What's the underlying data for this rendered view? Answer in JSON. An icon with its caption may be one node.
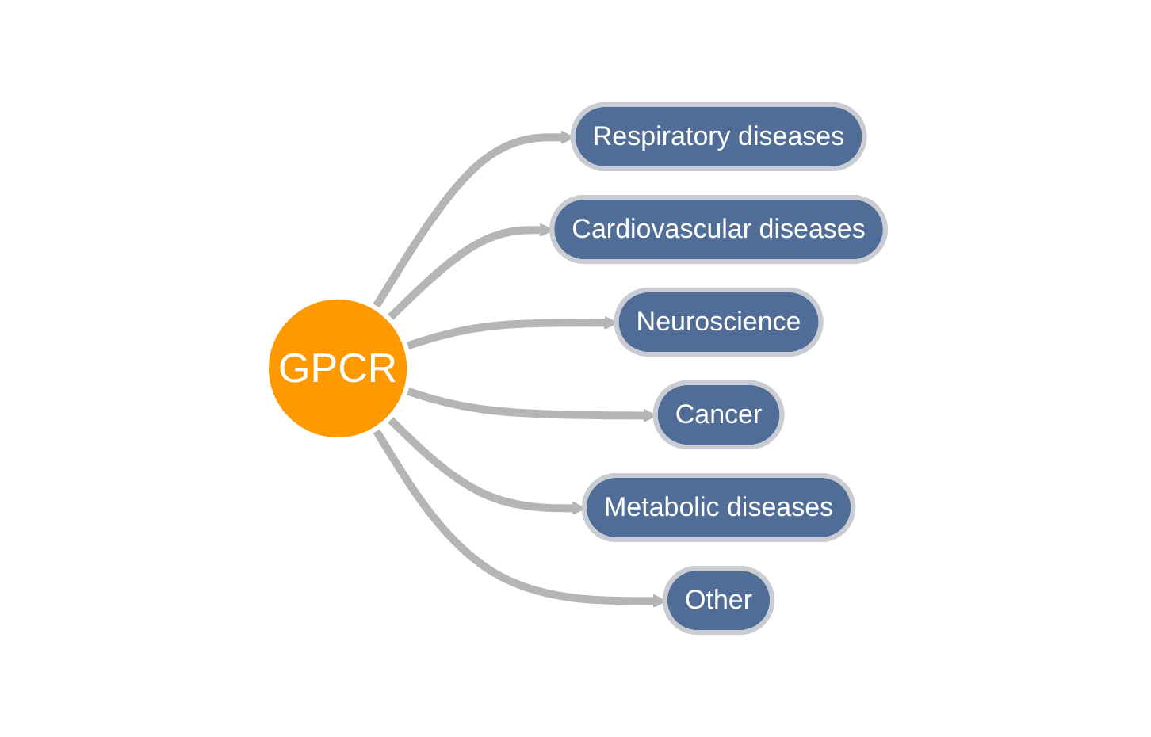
{
  "diagram": {
    "nodes": [
      {
        "text": [
          "Respiratory diseases"
        ]
      },
      {
        "text": [
          "Cardiovascular diseases"
        ]
      },
      {
        "text": [
          "Neuroscience"
        ]
      },
      {
        "text": [
          "GPCR"
        ]
      },
      {
        "text": [
          "Cancer"
        ]
      },
      {
        "text": [
          "Metabolic diseases"
        ]
      },
      {
        "text": [
          "Other"
        ]
      }
    ],
    "edges": [
      {
        "from": 3,
        "to": 0,
        "arrow": "to"
      },
      {
        "from": 3,
        "to": 1,
        "arrow": "to"
      },
      {
        "from": 3,
        "to": 2,
        "arrow": "to"
      },
      {
        "from": 3,
        "to": 4,
        "arrow": "to"
      },
      {
        "from": 3,
        "to": 5,
        "arrow": "to"
      },
      {
        "from": 3,
        "to": 6,
        "arrow": "to"
      }
    ]
  }
}
